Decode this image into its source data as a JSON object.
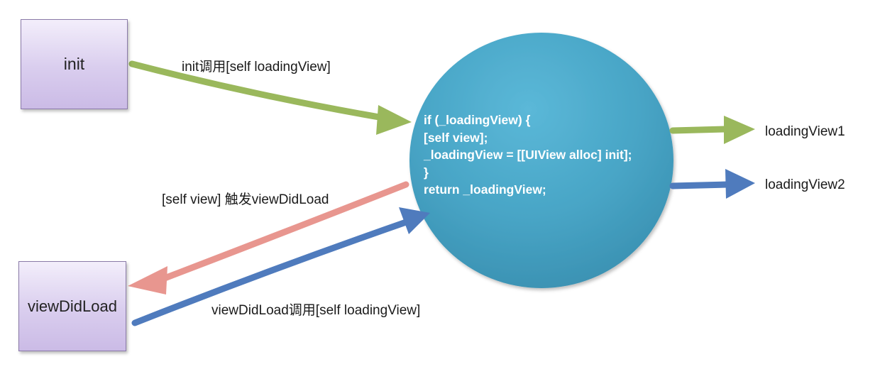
{
  "nodes": {
    "init": "init",
    "view_did_load": "viewDidLoad"
  },
  "edges": {
    "init_call": "init调用[self loadingView]",
    "self_view_triggers": "[self view] 触发viewDidLoad",
    "view_did_load_call": "viewDidLoad调用[self loadingView]"
  },
  "code": {
    "lines": [
      "if (_loadingView) {",
      "[self view];",
      "_loadingView = [[UIView alloc] init];",
      "}",
      "return _loadingView;"
    ]
  },
  "outputs": {
    "loading_view_1": "loadingView1",
    "loading_view_2": "loadingView2"
  },
  "colors": {
    "circle": "#4aa6c8",
    "green_arrow": "#9ab85c",
    "pink_arrow": "#e8968f",
    "blue_arrow": "#4f7bbd",
    "box_fill": "#d9cdee"
  }
}
